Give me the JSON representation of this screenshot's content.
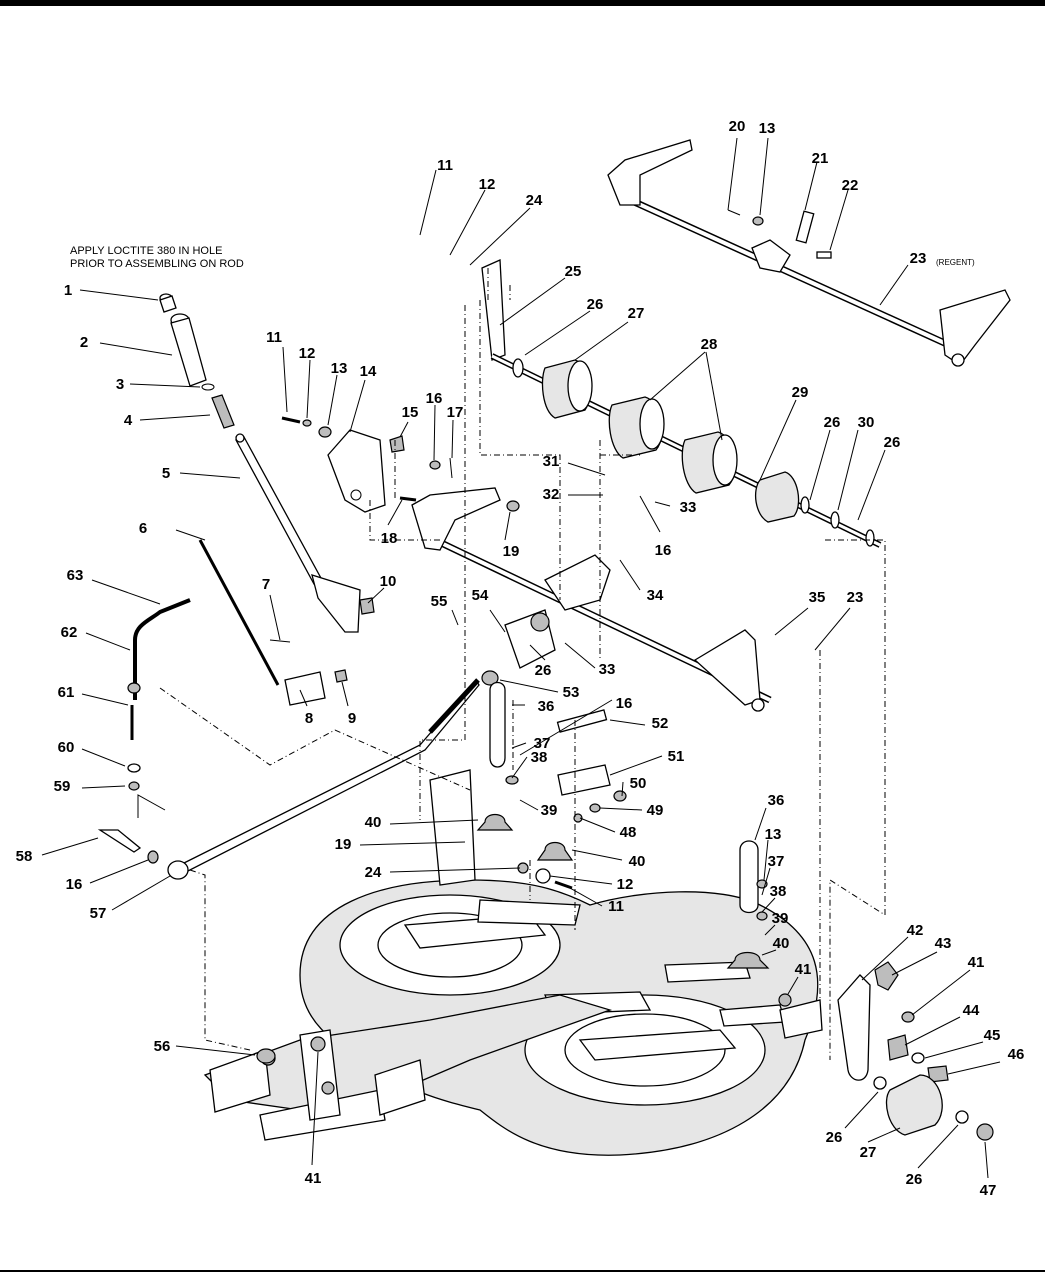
{
  "note": {
    "line1": "APPLY LOCTITE 380 IN HOLE",
    "line2": "PRIOR TO ASSEMBLING ON ROD"
  },
  "regent_label": "(REGENT)",
  "callouts": [
    "20",
    "13",
    "21",
    "22",
    "23",
    "11",
    "12",
    "24",
    "25",
    "26",
    "27",
    "28",
    "29",
    "26",
    "30",
    "26",
    "1",
    "2",
    "3",
    "4",
    "5",
    "11",
    "12",
    "13",
    "14",
    "15",
    "16",
    "17",
    "18",
    "19",
    "10",
    "6",
    "7",
    "8",
    "9",
    "63",
    "62",
    "61",
    "60",
    "59",
    "31",
    "32",
    "16",
    "33",
    "34",
    "55",
    "54",
    "26",
    "33",
    "53",
    "16",
    "52",
    "36",
    "37",
    "38",
    "51",
    "50",
    "49",
    "39",
    "48",
    "40",
    "19",
    "40",
    "24",
    "12",
    "11",
    "58",
    "16",
    "57",
    "36",
    "13",
    "37",
    "38",
    "39",
    "40",
    "41",
    "35",
    "23",
    "42",
    "43",
    "41",
    "44",
    "45",
    "46",
    "26",
    "27",
    "26",
    "47",
    "56",
    "41"
  ]
}
